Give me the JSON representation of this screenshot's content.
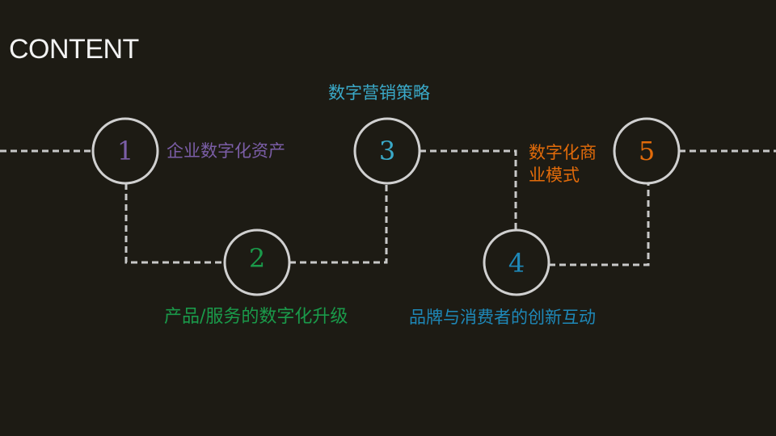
{
  "title": "CONTENT",
  "steps": [
    {
      "number": "1",
      "label": "企业数字化资产",
      "color": "#7b5ea7"
    },
    {
      "number": "2",
      "label": "产品/服务的数字化升级",
      "color": "#1a9a4a"
    },
    {
      "number": "3",
      "label": "数字营销策略",
      "color": "#3aa9c8"
    },
    {
      "number": "4",
      "label": "品牌与消费者的创新互动",
      "color": "#1e88b8"
    },
    {
      "number": "5",
      "label_line1": "数字化商",
      "label_line2": "业模式",
      "color": "#e26b0a"
    }
  ]
}
